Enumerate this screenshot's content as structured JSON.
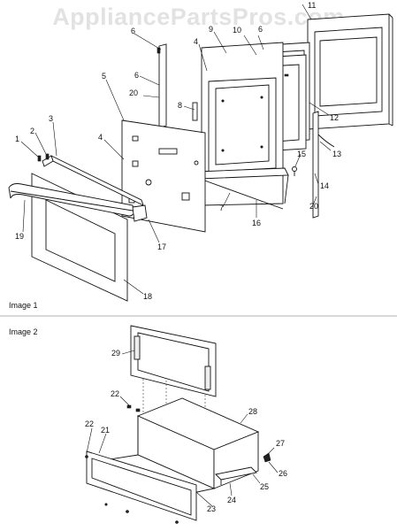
{
  "watermark": "AppliancePartsPros.com",
  "sections": {
    "image1": "Image 1",
    "image2": "Image 2"
  },
  "labels": {
    "p1": "1",
    "p2": "2",
    "p3": "3",
    "p4a": "4",
    "p4b": "4",
    "p5": "5",
    "p6a": "6",
    "p6b": "6",
    "p7": "7",
    "p8": "8",
    "p9": "9",
    "p10": "10",
    "p11": "11",
    "p12": "12",
    "p13": "13",
    "p14": "14",
    "p15": "15",
    "p16": "16",
    "p17": "17",
    "p18": "18",
    "p19": "19",
    "p20a": "20",
    "p20b": "20",
    "p21": "21",
    "p22a": "22",
    "p22b": "22",
    "p23": "23",
    "p24": "24",
    "p25": "25",
    "p26": "26",
    "p27": "27",
    "p28": "28",
    "p29": "29"
  }
}
